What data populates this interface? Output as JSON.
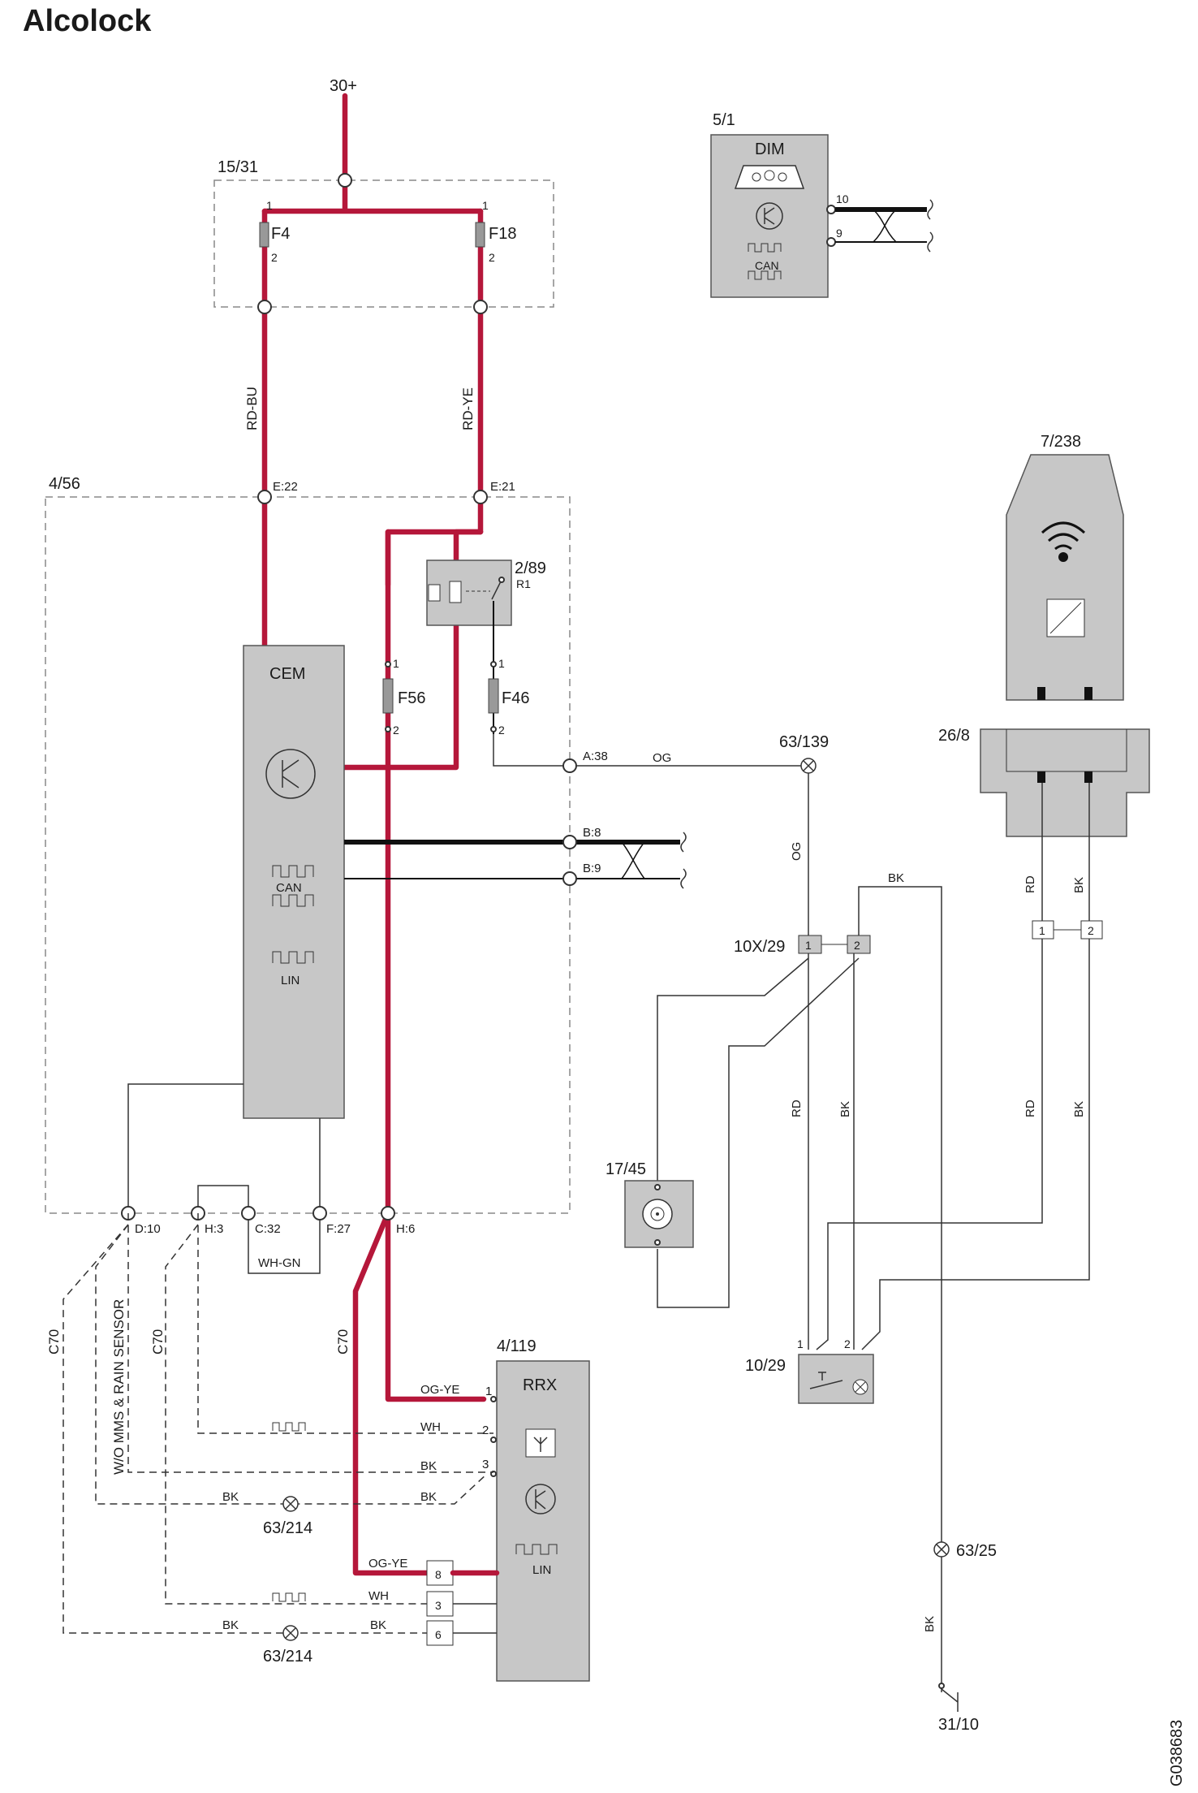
{
  "title": "Alcolock",
  "figure_id": "G038683",
  "colors": {
    "power_wire": "#b5173a",
    "component_fill": "#c7c7c7"
  },
  "supply": {
    "label": "30+"
  },
  "fusebox": {
    "id": "15/31",
    "fuse_a": "F4",
    "fuse_b": "F18",
    "pin1": "1",
    "pin2": "2"
  },
  "dim": {
    "id": "5/1",
    "name": "DIM",
    "can": "CAN",
    "pin10": "10",
    "pin9": "9"
  },
  "cem_box": {
    "id": "4/56",
    "name": "CEM",
    "can": "CAN",
    "lin": "LIN"
  },
  "relay": {
    "id": "2/89",
    "name": "R1"
  },
  "fuses_internal": {
    "f56": "F56",
    "f46": "F46",
    "pin1": "1",
    "pin2": "2"
  },
  "connectors": {
    "e22": "E:22",
    "e21": "E:21",
    "a38": "A:38",
    "b8": "B:8",
    "b9": "B:9",
    "d10": "D:10",
    "h3": "H:3",
    "c32": "C:32",
    "f27": "F:27",
    "h6": "H:6"
  },
  "wire_colors": {
    "rd_bu": "RD-BU",
    "rd_ye": "RD-YE",
    "og": "OG",
    "og2": "OG",
    "bk_top": "BK",
    "wh_gn": "WH-GN",
    "og_ye_1": "OG-YE",
    "wh_1": "WH",
    "bk_1": "BK",
    "bk_2": "BK",
    "bk_3": "BK",
    "og_ye_2": "OG-YE",
    "wh_2": "WH",
    "bk_4": "BK",
    "bk_5": "BK",
    "rd_26_8": "RD",
    "bk_26_8": "BK",
    "rd_a": "RD",
    "bk_a": "BK",
    "rd_b": "RD",
    "bk_b": "BK",
    "bk_ground": "BK"
  },
  "splices": {
    "s63_139": "63/139",
    "s63_214_a": "63/214",
    "s63_214_b": "63/214",
    "s63_25": "63/25"
  },
  "optional_labels": {
    "c70_a": "C70",
    "c70_b": "C70",
    "c70_c": "C70",
    "wo_mms": "W/O MMS & RAIN SENSOR"
  },
  "rrx": {
    "id": "4/119",
    "name": "RRX",
    "lin": "LIN",
    "pin1": "1",
    "pin2": "2",
    "pin3": "3",
    "pin8": "8",
    "pin3b": "3",
    "pin6": "6"
  },
  "reader": {
    "id": "7/238"
  },
  "holder": {
    "id": "26/8"
  },
  "conn_10x29": {
    "id": "10X/29",
    "pin1": "1",
    "pin2": "2"
  },
  "conn_pair": {
    "pin1": "1",
    "pin2": "2"
  },
  "switch_10_29": {
    "id": "10/29",
    "pin1": "1",
    "pin2": "2"
  },
  "sensor_17_45": {
    "id": "17/45"
  },
  "ground": {
    "id": "31/10"
  }
}
